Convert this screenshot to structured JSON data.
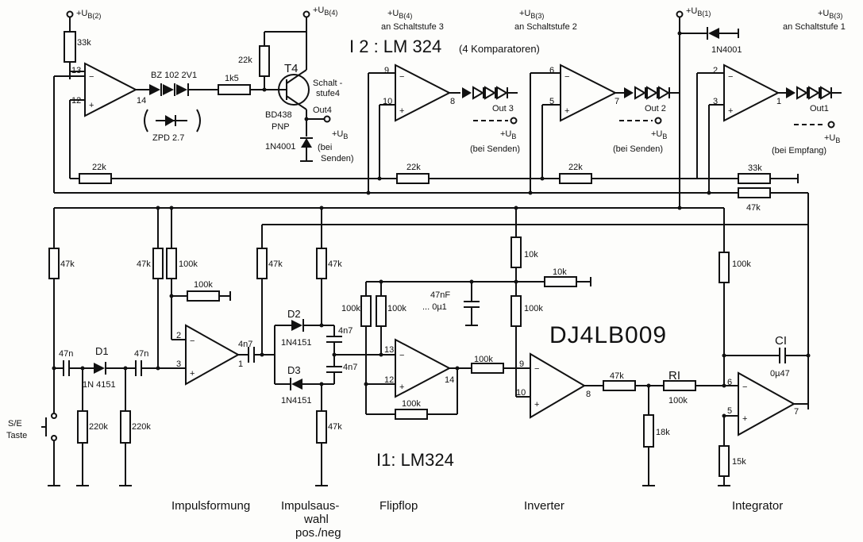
{
  "title": "DJ4LB009",
  "ic2_label": "I 2 : LM 324",
  "ic2_note": "(4 Komparatoren)",
  "ic1_label": "I1: LM324",
  "sections": [
    "Impulsformung",
    "Impulsaus-",
    "wahl",
    "pos./neg",
    "Flipflop",
    "Inverter",
    "Integrator"
  ],
  "supply": {
    "ub2": "+U",
    "sub2": "B(2)",
    "ub4": "+U",
    "sub4": "B(4)",
    "ub1": "+U",
    "sub1": "B(1)",
    "ub4_stage3": "an Schaltstufe 3",
    "ub3_stage2": "an Schaltstufe 2",
    "ub3_stage1": "an Schaltstufe 1",
    "sub4b": "B(4)",
    "sub3a": "B(3)",
    "sub3b": "B(3)",
    "ubsmall": "+U",
    "subB": "B"
  },
  "parts": {
    "r33k": "33k",
    "zener1": "BZ 102  2V1",
    "zener2": "ZPD 2.7",
    "r1k5": "1k5",
    "r22k_top": "22k",
    "t4": "T4",
    "t4_type": "BD438",
    "t4_pol": "PNP",
    "d4001a": "1N4001",
    "d4001b": "1N4001",
    "schalt4a": "Schalt -",
    "schalt4b": "stufe4",
    "out4": "Out4",
    "out3": "Out 3",
    "out2": "Out 2",
    "out1": "Out1",
    "bei_senden": "(bei Senden)",
    "bei_senden2": "(bei",
    "bei_senden3": "Senden)",
    "bei_empfang": "(bei Empfang)",
    "r22k_a": "22k",
    "r22k_b": "22k",
    "r22k_c": "22k",
    "r33k_b": "33k",
    "r47k_top": "47k",
    "r47k_1": "47k",
    "r47k_2": "47k",
    "r100k_1": "100k",
    "r100k_2": "100k",
    "r47k_3": "47k",
    "r47k_4": "47k",
    "c47n_1": "47n",
    "c47n_2": "47n",
    "d1": "D1",
    "d1_type": "1N 4151",
    "r220k_1": "220k",
    "r220k_2": "220k",
    "taste1": "S/E",
    "taste2": "Taste",
    "c4n7_1": "4n7",
    "d2": "D2",
    "d2_type": "1N4151",
    "d3": "D3",
    "d3_type": "1N4151",
    "c4n7_2": "4n7",
    "c4n7_3": "4n7",
    "r47k_5": "47k",
    "r100k_3": "100k",
    "r100k_4": "100k",
    "c47nf": "47nF",
    "c47nf_b": "... 0µ1",
    "r10k_1": "10k",
    "r10k_2": "10k",
    "r100k_5": "100k",
    "r100k_6": "100k",
    "r100k_7": "100k",
    "r47k_6": "47k",
    "ri": "RI",
    "r100k_8": "100k",
    "r18k": "18k",
    "ci": "CI",
    "ci_val": "0µ47",
    "r100k_9": "100k",
    "r15k": "15k"
  },
  "pins": [
    "13",
    "12",
    "14",
    "9",
    "10",
    "8",
    "6",
    "5",
    "7",
    "2",
    "3",
    "1",
    "2",
    "3",
    "1",
    "13",
    "12",
    "14",
    "9",
    "10",
    "8",
    "6",
    "5",
    "7"
  ]
}
